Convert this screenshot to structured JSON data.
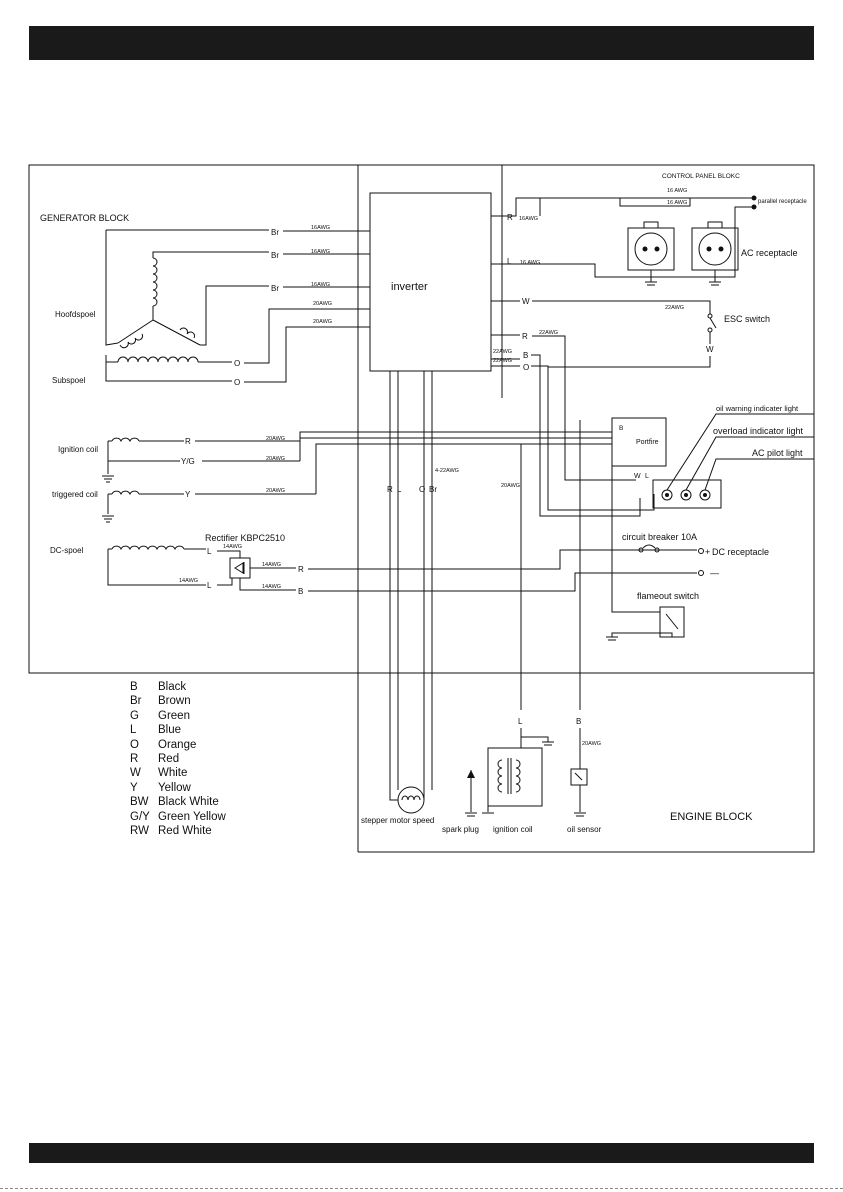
{
  "blocks": {
    "generator": "GENERATOR BLOCK",
    "control_panel": "CONTROL PANEL BLOKC",
    "engine": "ENGINE BLOCK"
  },
  "components": {
    "inverter": "inverter",
    "hoofdspoel": "Hoofdspoel",
    "subspoel": "Subspoel",
    "ignition_coil_gen": "Ignition coil",
    "triggered_coil": "triggered coil",
    "dc_spoel": "DC-spoel",
    "rectifier": "Rectifier KBPC2510",
    "parallel_receptacle": "parallel receptacle",
    "ac_receptacle": "AC receptacle",
    "esc_switch": "ESC switch",
    "oil_warning_light": "oil warning indicater light",
    "overload_light": "overload indicator light",
    "ac_pilot_light": "AC pilot light",
    "portfire": "Portfire",
    "circuit_breaker": "circuit breaker 10A",
    "dc_receptacle": "DC receptacle",
    "flameout_switch": "flameout switch",
    "stepper_motor": "stepper motor speed",
    "spark_plug": "spark plug",
    "ignition_coil_engine": "ignition coil",
    "oil_sensor": "oil sensor"
  },
  "wire_labels": {
    "awg16": "16AWG",
    "awg20": "20AWG",
    "awg22": "22AWG",
    "awg14": "14AWG",
    "awg16_spaced": "16 AWG",
    "awg4_22": "4-22AWG",
    "Br": "Br",
    "O": "O",
    "R": "R",
    "L": "L",
    "B": "B",
    "W": "W",
    "Y": "Y",
    "YG": "Y/G",
    "plus": "+",
    "minus": "—"
  },
  "legend": [
    {
      "code": "B",
      "color": "Black"
    },
    {
      "code": "Br",
      "color": "Brown"
    },
    {
      "code": "G",
      "color": "Green"
    },
    {
      "code": "L",
      "color": "Blue"
    },
    {
      "code": "O",
      "color": "Orange"
    },
    {
      "code": "R",
      "color": "Red"
    },
    {
      "code": "W",
      "color": "White"
    },
    {
      "code": "Y",
      "color": "Yellow"
    },
    {
      "code": "BW",
      "color": "Black White"
    },
    {
      "code": "G/Y",
      "color": "Green Yellow"
    },
    {
      "code": "RW",
      "color": "Red White"
    }
  ]
}
